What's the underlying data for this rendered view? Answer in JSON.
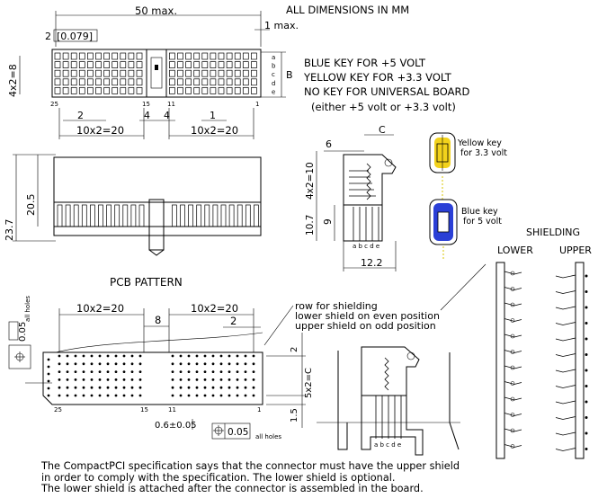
{
  "header": {
    "units_note": "ALL DIMENSIONS IN MM"
  },
  "top_view": {
    "overall_width": "50 max.",
    "edge_offset": "1 max.",
    "pitch_label": "2",
    "pitch_bracket": "[0.079]",
    "row_span": "4x2=8",
    "height_letter": "B",
    "row_letters": [
      "a",
      "b",
      "c",
      "d",
      "e"
    ],
    "pin_number_left": "25",
    "pin_number_mid_left": "15",
    "pin_number_mid_right": "11",
    "pin_number_right": "1",
    "pitch_bottom_left": "2",
    "gap_left": "4",
    "gap_right": "4",
    "pitch_bottom_right": "1",
    "span_left": "10x2=20",
    "span_right": "10x2=20"
  },
  "key_notes": [
    "BLUE KEY FOR +5 VOLT",
    "YELLOW KEY FOR +3.3 VOLT",
    "NO KEY FOR UNIVERSAL BOARD",
    "(either +5 volt or +3.3 volt)"
  ],
  "front_view": {
    "height_total": "23.7",
    "height_body": "20.5"
  },
  "side_view": {
    "label_c": "C",
    "label_6": "6",
    "span": "4x2=10",
    "height": "10.7",
    "height_small": "9",
    "depth": "12.2",
    "row_letters": "a b c d e"
  },
  "keys": {
    "yellow_label_1": "Yellow key",
    "yellow_label_2": "for 3.3 volt",
    "blue_label_1": "Blue key",
    "blue_label_2": "for 5 volt",
    "yellow_color": "#f2d21c",
    "blue_color": "#2a3fd6"
  },
  "shielding": {
    "title": "SHIELDING",
    "lower": "LOWER",
    "upper": "UPPER"
  },
  "pcb": {
    "title": "PCB PATTERN",
    "span_left": "10x2=20",
    "gap": "8",
    "span_right": "10x2=20",
    "pitch": "2",
    "tolerance": "0.05",
    "all_holes": "all holes",
    "hole_diameter": "0.6±0.05",
    "tolerance_bottom": "0.05",
    "all_holes_bottom": "all holes",
    "row_offset": "2",
    "row_span": "5x2=C",
    "row_edge": "1.5",
    "pin_left": "25",
    "pin_mid": "15",
    "pin_mid2": "11",
    "pin_right": "1",
    "shield_note_1": "row for shielding",
    "shield_note_2": "lower shield on even position",
    "shield_note_3": "upper shield on odd position"
  },
  "detail_view": {
    "row_letters": "a b c d e"
  },
  "footer": [
    "The CompactPCI specification says that the connector must have the upper shield",
    "in order to comply with the specification.   The lower shield is optional.",
    "The lower shield is attached after the connector is assembled in the board."
  ]
}
